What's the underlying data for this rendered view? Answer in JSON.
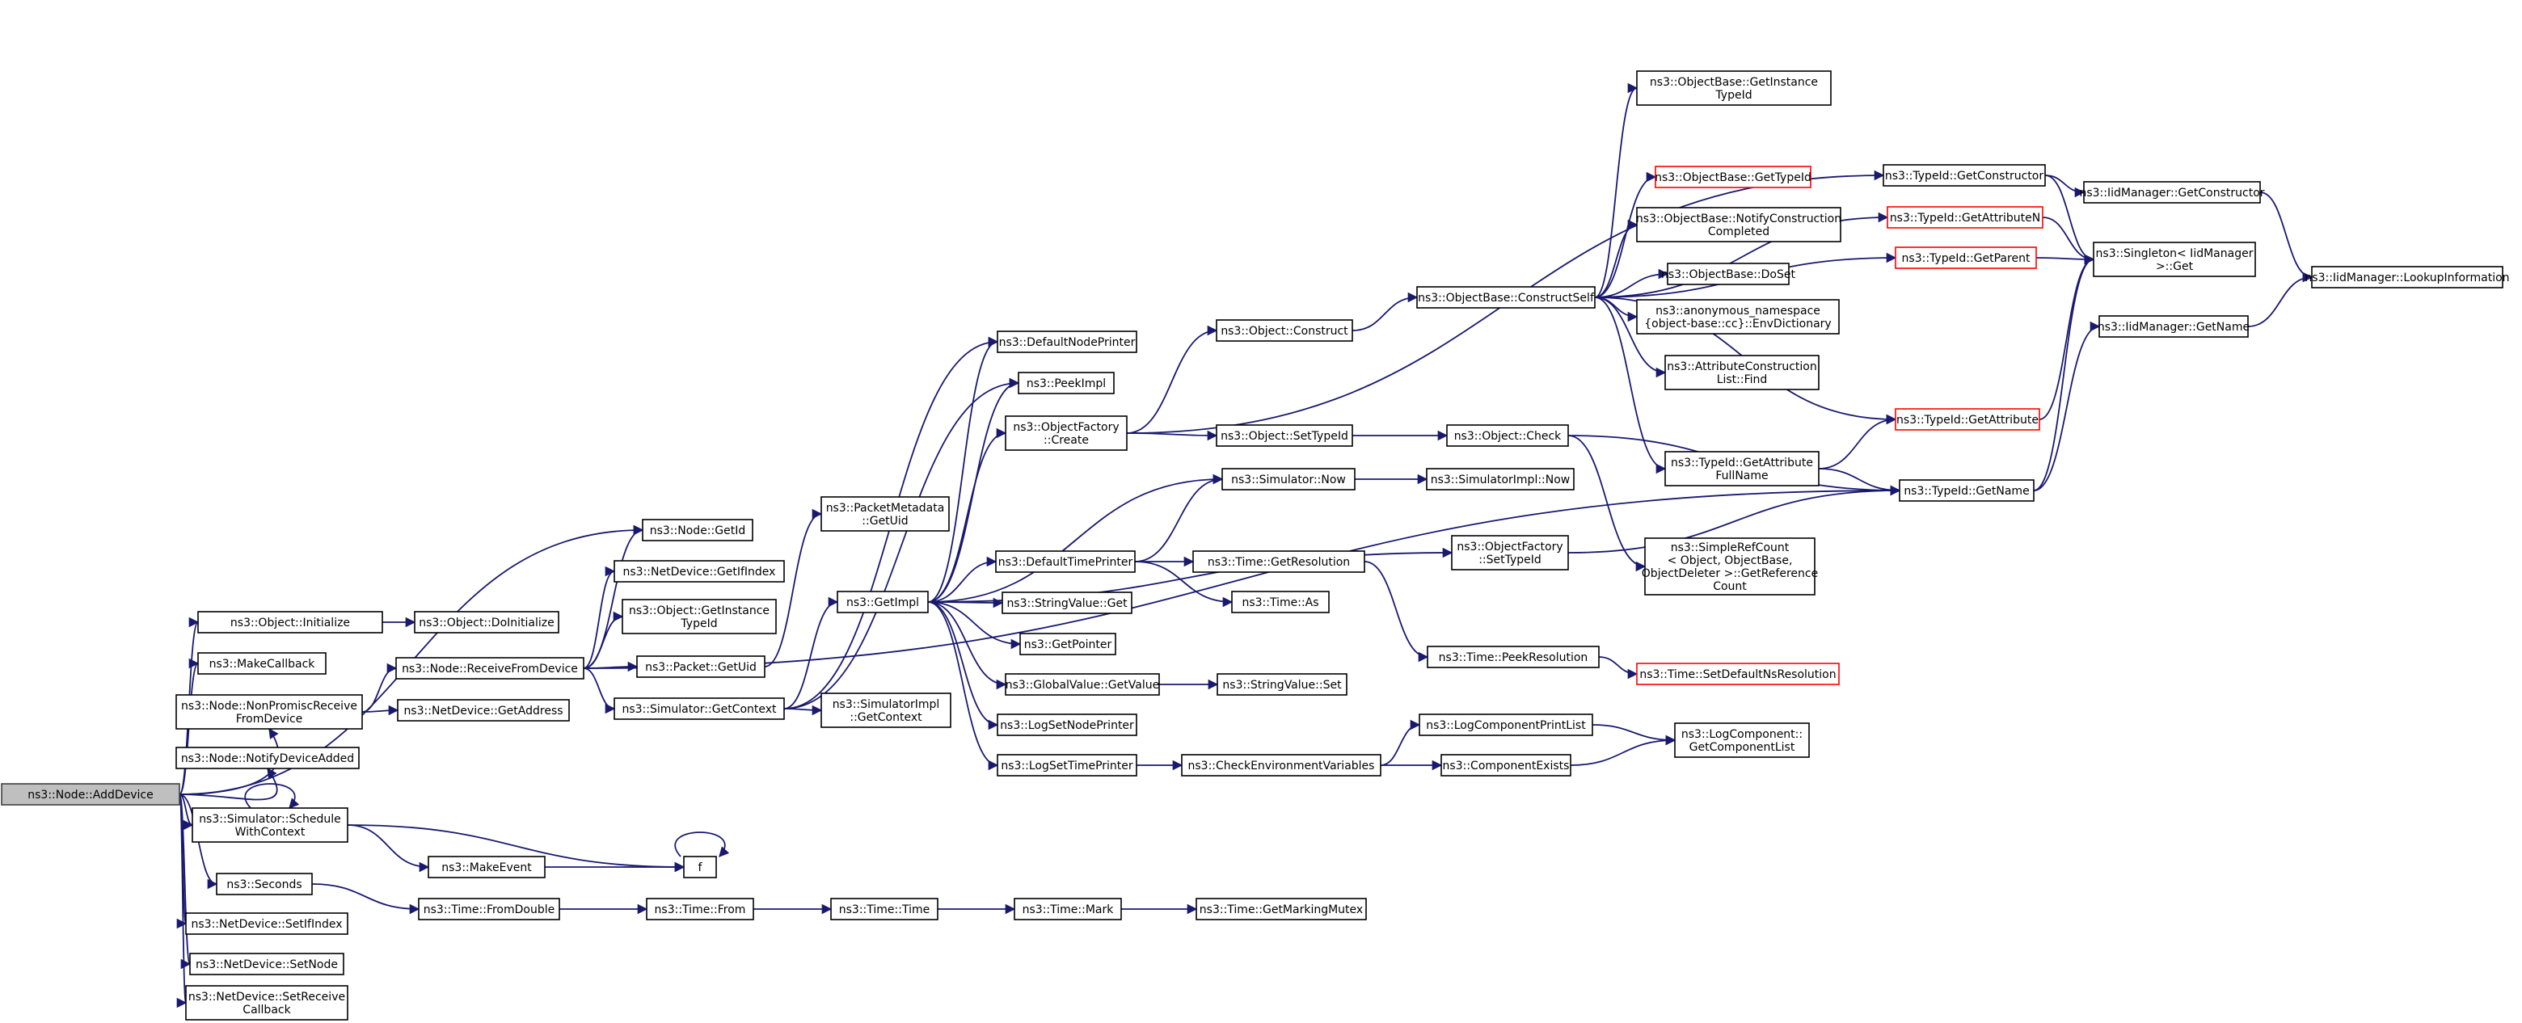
{
  "colors": {
    "edge": "#191970",
    "node_border": "#000000",
    "truncated_border": "#ff0000",
    "root_fill": "#bfbfbf"
  },
  "nodes": {
    "n1": "ns3::Node::AddDevice",
    "n2": "ns3::Node::GetId",
    "n3": "ns3::Object::Initialize",
    "n4": "ns3::Object::DoInitialize",
    "n5": "ns3::MakeCallback",
    "n6": "ns3::Node::NonPromiscReceive\nFromDevice",
    "n7": "ns3::Node::ReceiveFromDevice",
    "n8": "ns3::NetDevice::GetIfIndex",
    "n9": "ns3::Object::GetInstance\nTypeId",
    "n10": "ns3::Packet::GetUid",
    "n11": "ns3::PacketMetadata\n::GetUid",
    "n12": "ns3::Simulator::GetContext",
    "n13": "ns3::GetImpl",
    "n14": "ns3::DefaultNodePrinter",
    "n15": "ns3::PeekImpl",
    "n16": "ns3::ObjectFactory\n::Create",
    "n17": "ns3::Object::Construct",
    "n18": "ns3::ObjectBase::ConstructSelf",
    "n19": "ns3::ObjectBase::GetInstance\nTypeId",
    "n20": "ns3::ObjectBase::GetTypeId",
    "n21": "ns3::ObjectBase::NotifyConstruction\nCompleted",
    "n22": "ns3::ObjectBase::DoSet",
    "n23": "ns3::anonymous_namespace\n{object-base::cc}::EnvDictionary",
    "n24": "ns3::AttributeConstruction\nList::Find",
    "n25": "ns3::TypeId::GetAttribute\nFullName",
    "n26": "ns3::TypeId::GetAttribute",
    "n27": "ns3::Singleton< IidManager\n>::Get",
    "n28": "ns3::TypeId::GetName",
    "n29": "ns3::IidManager::GetName",
    "n30": "ns3::IidManager::LookupInformation",
    "n31": "ns3::TypeId::GetConstructor",
    "n32": "ns3::IidManager::GetConstructor",
    "n33": "ns3::TypeId::GetAttributeN",
    "n34": "ns3::TypeId::GetParent",
    "n35": "ns3::Object::SetTypeId",
    "n36": "ns3::Object::Check",
    "n37": "ns3::SimpleRefCount\n< Object, ObjectBase,\nObjectDeleter >::GetReference\nCount",
    "n38": "ns3::Simulator::Now",
    "n39": "ns3::SimulatorImpl::Now",
    "n40": "ns3::ObjectFactory\n::SetTypeId",
    "n41": "ns3::DefaultTimePrinter",
    "n42": "ns3::Time::GetResolution",
    "n43": "ns3::Time::As",
    "n44": "ns3::Time::PeekResolution",
    "n45": "ns3::Time::SetDefaultNsResolution",
    "n46": "ns3::StringValue::Get",
    "n47": "ns3::GetPointer",
    "n48": "ns3::GlobalValue::GetValue",
    "n49": "ns3::StringValue::Set",
    "n50": "ns3::LogSetNodePrinter",
    "n51": "ns3::LogSetTimePrinter",
    "n52": "ns3::CheckEnvironmentVariables",
    "n53": "ns3::LogComponentPrintList",
    "n54": "ns3::ComponentExists",
    "n55": "ns3::LogComponent::\nGetComponentList",
    "n56": "ns3::SimulatorImpl\n::GetContext",
    "n57": "ns3::NetDevice::GetAddress",
    "n58": "ns3::Node::NotifyDeviceAdded",
    "n59": "ns3::Simulator::Schedule\nWithContext",
    "n60": "ns3::MakeEvent",
    "n61": "f",
    "n62": "ns3::Seconds",
    "n63": "ns3::Time::FromDouble",
    "n64": "ns3::Time::From",
    "n65": "ns3::Time::Time",
    "n66": "ns3::Time::Mark",
    "n67": "ns3::Time::GetMarkingMutex",
    "n68": "ns3::NetDevice::SetIfIndex",
    "n69": "ns3::NetDevice::SetNode",
    "n70": "ns3::NetDevice::SetReceive\nCallback"
  }
}
